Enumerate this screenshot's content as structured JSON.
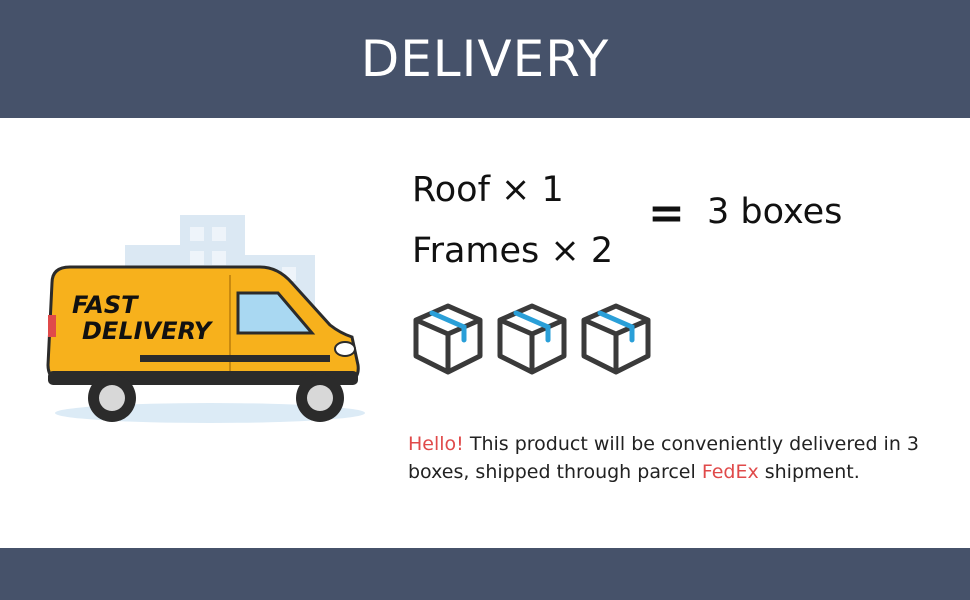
{
  "header": {
    "title": "DELIVERY"
  },
  "van": {
    "text_line1": "FAST",
    "text_line2": "DELIVERY"
  },
  "items": [
    {
      "label": "Roof × 1"
    },
    {
      "label": "Frames × 2"
    }
  ],
  "equals_sign": "=",
  "total": "3 boxes",
  "box_icons": [
    "box-icon",
    "box-icon",
    "box-icon"
  ],
  "note": {
    "greeting": "Hello",
    "exclaim": "!",
    "text1": " This product will be conveniently delivered in 3 boxes, shipped through parcel ",
    "carrier": "FedEx",
    "text2": " shipment."
  },
  "colors": {
    "banner": "#46526a",
    "accent": "#e04a4a",
    "van": "#f7b11c"
  }
}
